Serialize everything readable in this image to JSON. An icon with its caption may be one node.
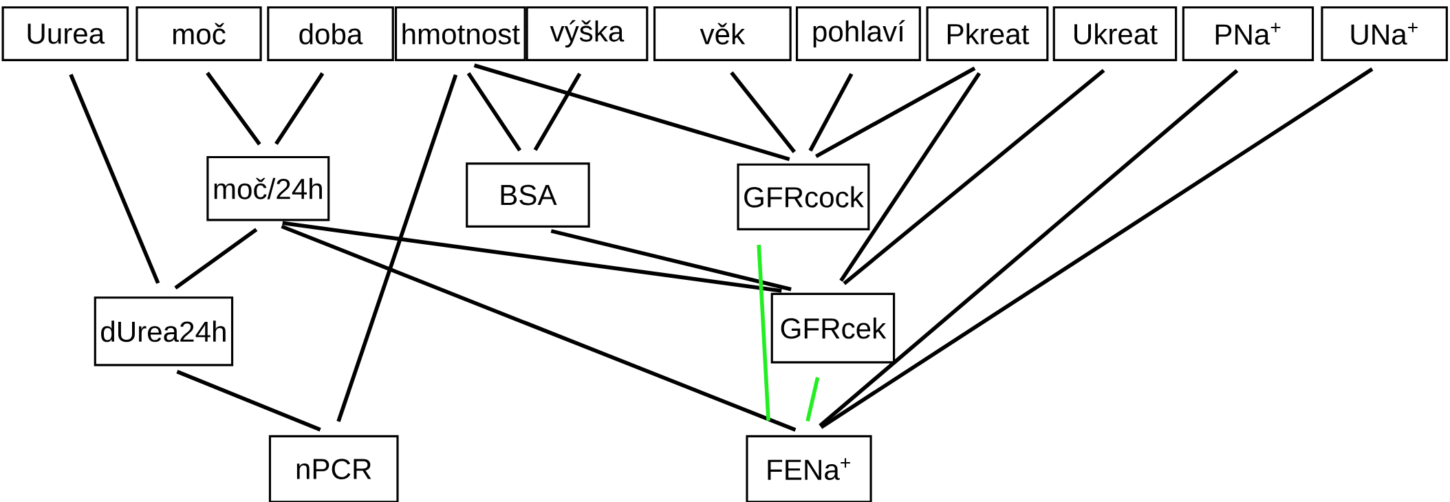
{
  "diagram": {
    "nodes": [
      {
        "text": [
          "Uurea"
        ]
      },
      {
        "text": [
          "moč"
        ]
      },
      {
        "text": [
          "doba"
        ]
      },
      {
        "text": [
          "hmotnost"
        ]
      },
      {
        "text": [
          "výška"
        ]
      },
      {
        "text": [
          "věk"
        ]
      },
      {
        "text": [
          "pohlaví"
        ]
      },
      {
        "text": [
          "Pkreat"
        ]
      },
      {
        "text": [
          "Ukreat"
        ]
      },
      {
        "text": [
          "PNa$^{+}$"
        ]
      },
      {
        "text": [
          "UNa$^{+}$"
        ]
      },
      {
        "text": [
          "moč/24h"
        ]
      },
      {
        "text": [
          "BSA"
        ]
      },
      {
        "text": [
          "GFRcock"
        ]
      },
      {
        "text": [
          "dUrea24h"
        ]
      },
      {
        "text": [
          "GFRcek"
        ]
      },
      {
        "text": [
          "nPCR"
        ]
      },
      {
        "text": [
          "FENa$^{+}$"
        ]
      }
    ],
    "edges": [
      {
        "from": 0,
        "to": 14,
        "arrow": "none"
      },
      {
        "from": 1,
        "to": 11,
        "arrow": "none"
      },
      {
        "from": 2,
        "to": 11,
        "arrow": "none"
      },
      {
        "from": 3,
        "to": 12,
        "arrow": "none"
      },
      {
        "from": 4,
        "to": 12,
        "arrow": "none"
      },
      {
        "from": 3,
        "to": 13,
        "arrow": "none"
      },
      {
        "from": 5,
        "to": 13,
        "arrow": "none"
      },
      {
        "from": 6,
        "to": 13,
        "arrow": "none"
      },
      {
        "from": 7,
        "to": 13,
        "arrow": "none"
      },
      {
        "from": 7,
        "to": 15,
        "arrow": "none"
      },
      {
        "from": 8,
        "to": 15,
        "arrow": "none"
      },
      {
        "from": 3,
        "to": 16,
        "arrow": "none"
      },
      {
        "from": 11,
        "to": 14,
        "arrow": "none"
      },
      {
        "from": 11,
        "to": 15,
        "arrow": "none"
      },
      {
        "from": 11,
        "to": 17,
        "arrow": "none"
      },
      {
        "from": 12,
        "to": 15,
        "arrow": "none"
      },
      {
        "from": 13,
        "to": 17,
        "arrow": "none",
        "color": "#22ee22"
      },
      {
        "from": 15,
        "to": 17,
        "arrow": "none",
        "color": "#22ee22"
      },
      {
        "from": 9,
        "to": 17,
        "arrow": "none"
      },
      {
        "from": 10,
        "to": 17,
        "arrow": "none"
      },
      {
        "from": 14,
        "to": 16,
        "arrow": "none"
      }
    ]
  }
}
